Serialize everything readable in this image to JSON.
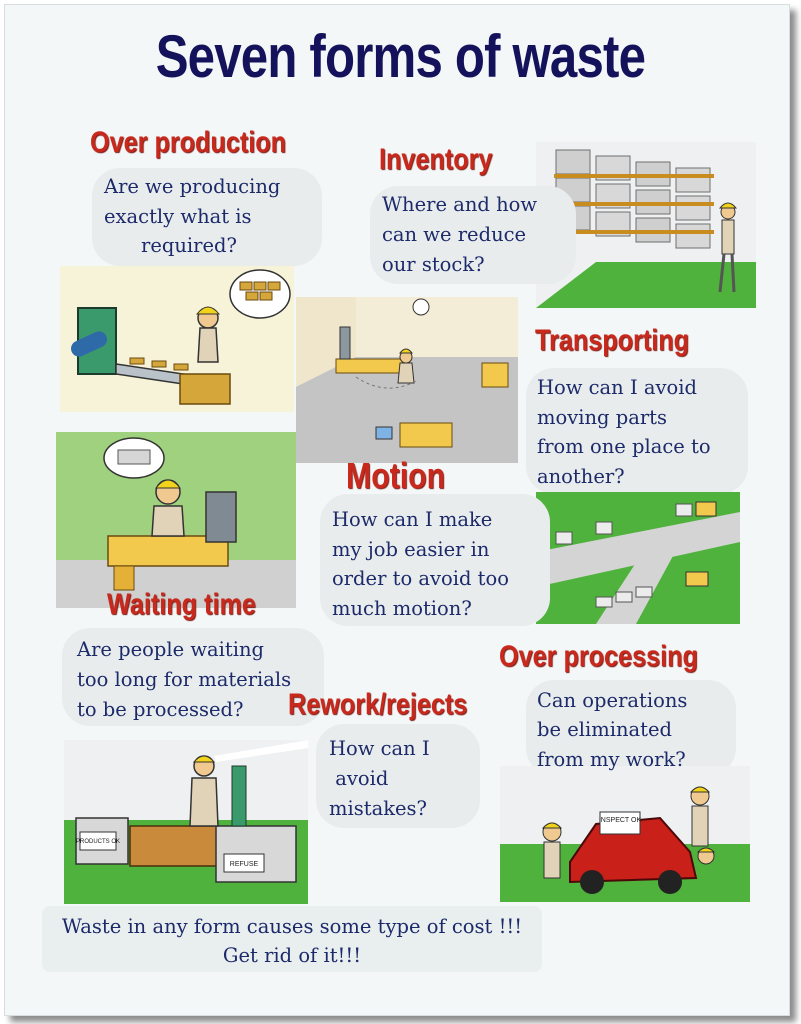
{
  "title": "Seven forms of waste",
  "sections": {
    "over_production": {
      "heading": "Over production",
      "question_lines": [
        "Are we producing",
        "exactly what is",
        "required?"
      ]
    },
    "inventory": {
      "heading": "Inventory",
      "question_lines": [
        "Where and how",
        "can we reduce",
        "our stock?"
      ]
    },
    "transporting": {
      "heading": "Transporting",
      "question_lines": [
        "How can I avoid",
        "moving  parts",
        "from one place to",
        "another?"
      ]
    },
    "motion": {
      "heading": "Motion",
      "question_lines": [
        "How can I make",
        "my job easier in",
        "order to avoid too",
        "much motion?"
      ]
    },
    "waiting_time": {
      "heading": "Waiting time",
      "question_lines": [
        "Are people waiting",
        "too long for materials",
        "to be processed?"
      ]
    },
    "rework_rejects": {
      "heading": "Rework/rejects",
      "question_lines": [
        "How can I",
        " avoid",
        "mistakes?"
      ]
    },
    "over_processing": {
      "heading": "Over processing",
      "question_lines": [
        "Can operations",
        "be eliminated",
        "from my work?"
      ]
    }
  },
  "illustration_labels": {
    "products_ok": "PRODUCTS OK",
    "refuse": "REFUSE",
    "inspect_ok": "INSPECT OK"
  },
  "footer": {
    "line1": "Waste in any form causes some type of cost !!!",
    "line2": "Get rid of it!!!"
  },
  "colors": {
    "title": "#15125c",
    "heading": "#c8291c",
    "question_text": "#1d2a6a",
    "bubble": "#e8eced",
    "floor_green": "#4fb23c",
    "background": "#f4f7f8"
  }
}
